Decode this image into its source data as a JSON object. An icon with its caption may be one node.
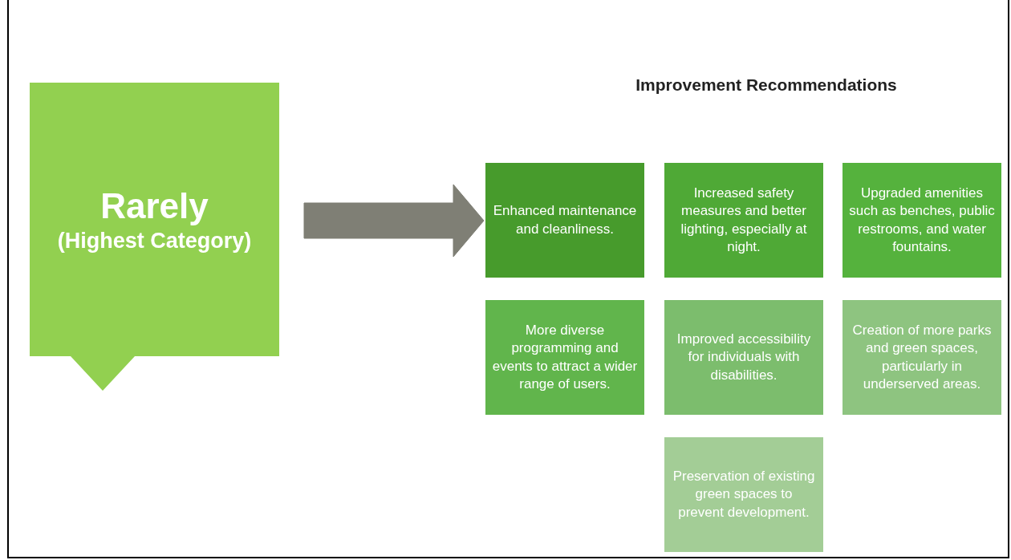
{
  "diagram": {
    "nodes": [
      {
        "text": [
          "Rarely",
          "(Highest Category)"
        ]
      },
      {
        "text": [
          "Enhanced maintenance and cleanliness."
        ]
      },
      {
        "text": [
          "Increased safety measures and better lighting, especially at night."
        ]
      },
      {
        "text": [
          "Upgraded amenities such as benches, public restrooms, and water fountains."
        ]
      },
      {
        "text": [
          "More diverse programming and events to attract a wider range of users."
        ]
      },
      {
        "text": [
          "Improved accessibility for individuals with disabilities."
        ]
      },
      {
        "text": [
          "Creation of more parks and green spaces, particularly in underserved areas."
        ]
      },
      {
        "text": [
          "Preservation of existing green spaces to prevent development."
        ]
      }
    ],
    "edges": [
      {
        "from": 0,
        "to": 1,
        "arrow": "to"
      }
    ],
    "labels": [
      "Improvement Recommendations"
    ]
  }
}
